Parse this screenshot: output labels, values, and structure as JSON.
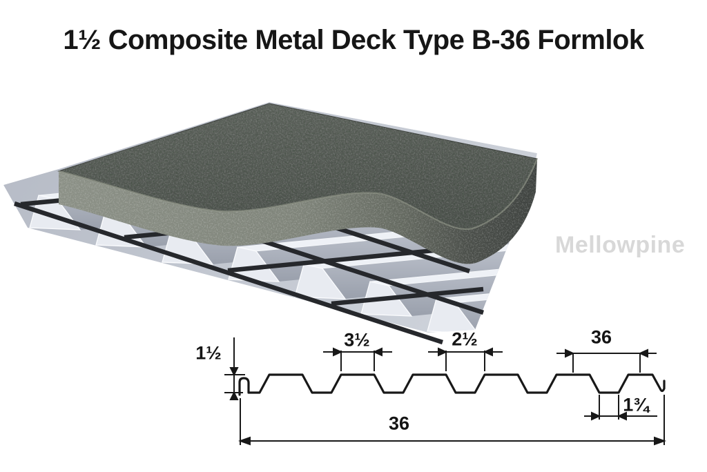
{
  "title": "1½ Composite Metal Deck Type B-36 Formlok",
  "watermark": "Mellowpine",
  "illustration": {
    "description": "3D cutaway of composite metal deck: concrete slab over corrugated steel deck with rebar mesh",
    "colors": {
      "concrete_top": "#555a55",
      "concrete_broken_edge": "#80857a",
      "concrete_side_dark": "#3e423f",
      "deck_silver": "#d9dde4",
      "deck_crest": "#eef1f6",
      "rebar": "#26282c"
    }
  },
  "profile": {
    "line_color": "#181818",
    "dims": {
      "depth": "1½",
      "top_flange_width": "3½",
      "valley_width": "2½",
      "rib_spacing": "36",
      "bottom_flange_width": "1¾",
      "overall_width": "36"
    }
  }
}
